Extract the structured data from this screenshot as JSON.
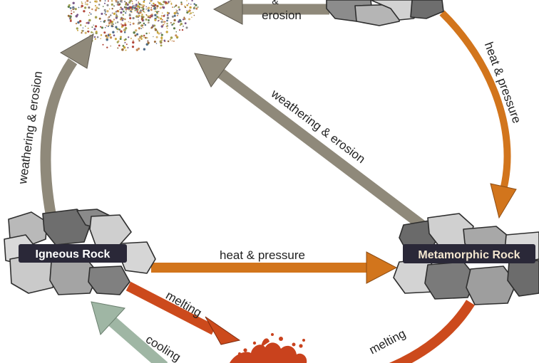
{
  "labels": {
    "top_ampersand": "&",
    "top_erosion": "erosion",
    "weathering_left": "weathering & erosion",
    "weathering_diagonal": "weathering & erosion",
    "heat_pressure_right": "heat & pressure",
    "heat_pressure_middle": "heat & pressure",
    "melting_left": "melting",
    "melting_right": "melting",
    "cooling": "cooling"
  },
  "rocks": {
    "igneous": "Igneous Rock",
    "metamorphic": "Metamorphic Rock"
  },
  "colors": {
    "weathering_arrow": "#8f897a",
    "heat_arrow": "#d2751c",
    "melting_arrow": "#cc4a1c",
    "cooling_arrow": "#9fb6a4",
    "magma": "#c9421d",
    "rock_label_bg": "#2a2838"
  }
}
